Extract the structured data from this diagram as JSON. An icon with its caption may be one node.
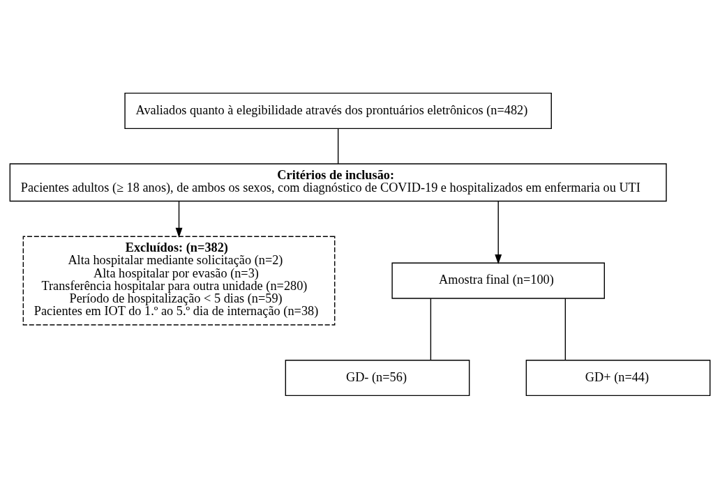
{
  "diagram": {
    "nodes": [
      {
        "text": [
          "Avaliados quanto à elegibilidade através dos prontuários eletrônicos (n=482)"
        ]
      },
      {
        "text": [
          "Critérios de inclusão:",
          "Pacientes adultos (≥ 18 anos), de ambos os sexos, com diagnóstico de COVID-19 e hospitalizados em enfermaria ou UTI"
        ]
      },
      {
        "text": [
          "Excluídos: (n=382)",
          "Alta hospitalar mediante solicitação (n=2)",
          "Alta hospitalar por evasão (n=3)",
          "Transferência hospitalar para outra unidade (n=280)",
          "Período de hospitalização < 5 dias (n=59)",
          "Pacientes em IOT do 1.º ao 5.º dia de internação (n=38)"
        ]
      },
      {
        "text": [
          "Amostra final (n=100)"
        ]
      },
      {
        "text": [
          "GD- (n=56)"
        ]
      },
      {
        "text": [
          "GD+ (n=44)"
        ]
      }
    ],
    "edges": [
      {
        "from": 0,
        "to": 1,
        "arrow": "none"
      },
      {
        "from": 1,
        "to": 3,
        "arrow": "to"
      },
      {
        "from": 1,
        "to": 2,
        "arrow": "to"
      },
      {
        "from": 3,
        "to": 4,
        "arrow": "none"
      },
      {
        "from": 3,
        "to": 5,
        "arrow": "none"
      }
    ]
  }
}
